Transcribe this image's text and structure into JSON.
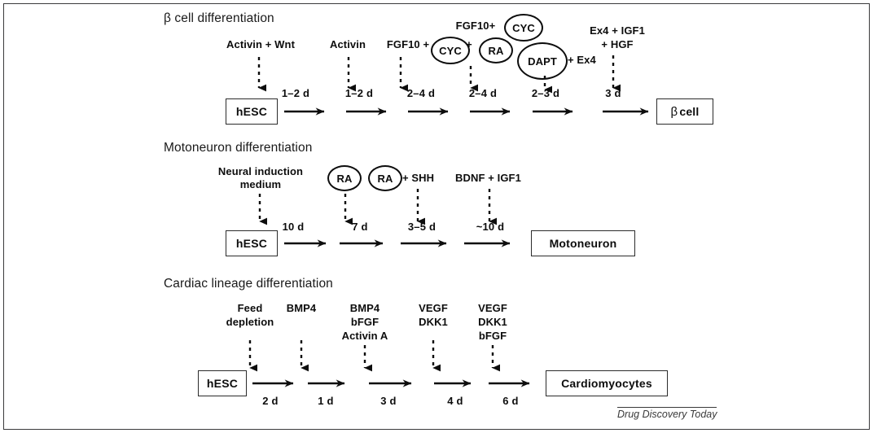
{
  "figure": {
    "credit": "Drug Discovery Today",
    "border_color": "#3a3a3c",
    "ink_color": "#0d0d0d"
  },
  "rows": [
    {
      "id": "beta-cell",
      "title": "β cell differentiation",
      "start_node": "hESC",
      "end_node": "β cell",
      "durations": [
        "1–2 d",
        "1–2 d",
        "2–4 d",
        "2–4 d",
        "2–3 d",
        "3 d"
      ],
      "factors": [
        {
          "text": "Activin + Wnt"
        },
        {
          "text": "Activin"
        },
        {
          "text": "FGF10 +"
        },
        {
          "text": "+"
        },
        {
          "text": "FGF10+"
        },
        {
          "text": "+ Ex4"
        },
        {
          "text": "Ex4 + IGF1"
        },
        {
          "text": "+ HGF"
        }
      ],
      "circles": [
        "CYC",
        "RA",
        "CYC",
        "DAPT"
      ]
    },
    {
      "id": "motoneuron",
      "title": "Motoneuron differentiation",
      "start_node": "hESC",
      "end_node": "Motoneuron",
      "durations": [
        "10 d",
        "7 d",
        "3–5 d",
        "~10 d"
      ],
      "factors": [
        {
          "text": "Neural induction"
        },
        {
          "text": "medium"
        },
        {
          "text": "+ SHH"
        },
        {
          "text": "BDNF + IGF1"
        }
      ],
      "circles": [
        "RA",
        "RA"
      ]
    },
    {
      "id": "cardiac",
      "title": "Cardiac lineage differentiation",
      "start_node": "hESC",
      "end_node": "Cardiomyocytes",
      "durations": [
        "2 d",
        "1 d",
        "3 d",
        "4 d",
        "6 d"
      ],
      "factors": [
        {
          "text": "Feed"
        },
        {
          "text": "depletion"
        },
        {
          "text": "BMP4"
        },
        {
          "text": "BMP4"
        },
        {
          "text": "bFGF"
        },
        {
          "text": "Activin A"
        },
        {
          "text": "VEGF"
        },
        {
          "text": "DKK1"
        },
        {
          "text": "VEGF"
        },
        {
          "text": "DKK1"
        },
        {
          "text": "bFGF"
        }
      ],
      "circles": []
    }
  ]
}
